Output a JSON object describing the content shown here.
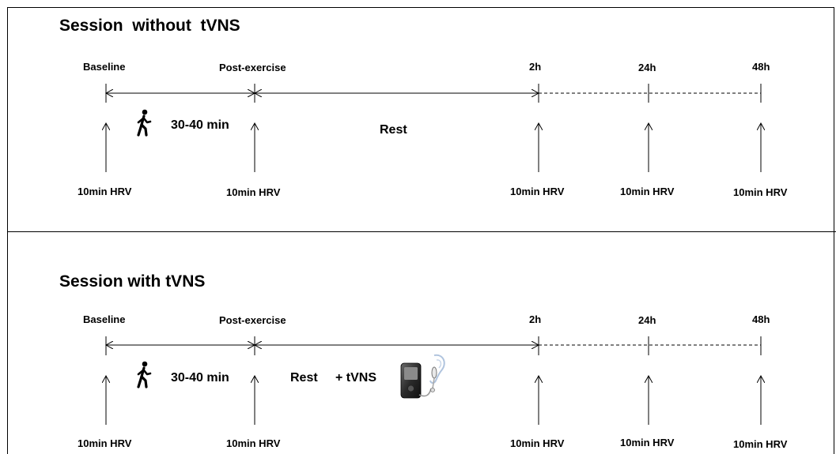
{
  "sessions": [
    {
      "title": "Session  without  tVNS",
      "timepoints": [
        "Baseline",
        "Post-exercise",
        "2h",
        "24h",
        "48h"
      ],
      "measurement": "10min HRV",
      "exercise_duration": "30-40 min",
      "rest_label": "Rest",
      "tvns_label": "",
      "icons": {
        "exercise": "walking-person-icon"
      }
    },
    {
      "title": "Session with tVNS",
      "timepoints": [
        "Baseline",
        "Post-exercise",
        "2h",
        "24h",
        "48h"
      ],
      "measurement": "10min HRV",
      "exercise_duration": "30-40 min",
      "rest_label": "Rest",
      "tvns_label": "+ tVNS",
      "icons": {
        "exercise": "walking-person-icon",
        "device": "tvns-device-earpiece-icon"
      }
    }
  ]
}
